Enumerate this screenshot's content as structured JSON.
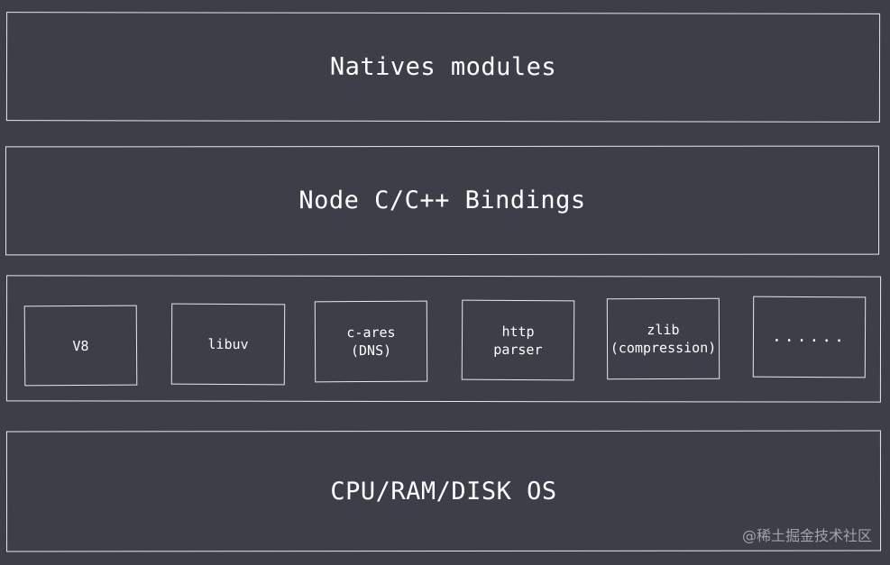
{
  "layers": {
    "natives": {
      "label": "Natives modules"
    },
    "bindings": {
      "label": "Node C/C++ Bindings"
    },
    "os": {
      "label": "CPU/RAM/DISK OS"
    }
  },
  "dependencies": [
    {
      "lines": [
        "V8"
      ]
    },
    {
      "lines": [
        "libuv"
      ]
    },
    {
      "lines": [
        "c-ares",
        "(DNS)"
      ]
    },
    {
      "lines": [
        "http",
        "parser"
      ]
    },
    {
      "lines": [
        "zlib",
        "(compression)"
      ]
    },
    {
      "lines": [
        "......"
      ]
    }
  ],
  "watermark": "@稀土掘金技术社区",
  "colors": {
    "background": "#3c3f47",
    "stroke": "#e9e9ec",
    "text": "#ffffff",
    "watermark": "#9fa2aa"
  }
}
